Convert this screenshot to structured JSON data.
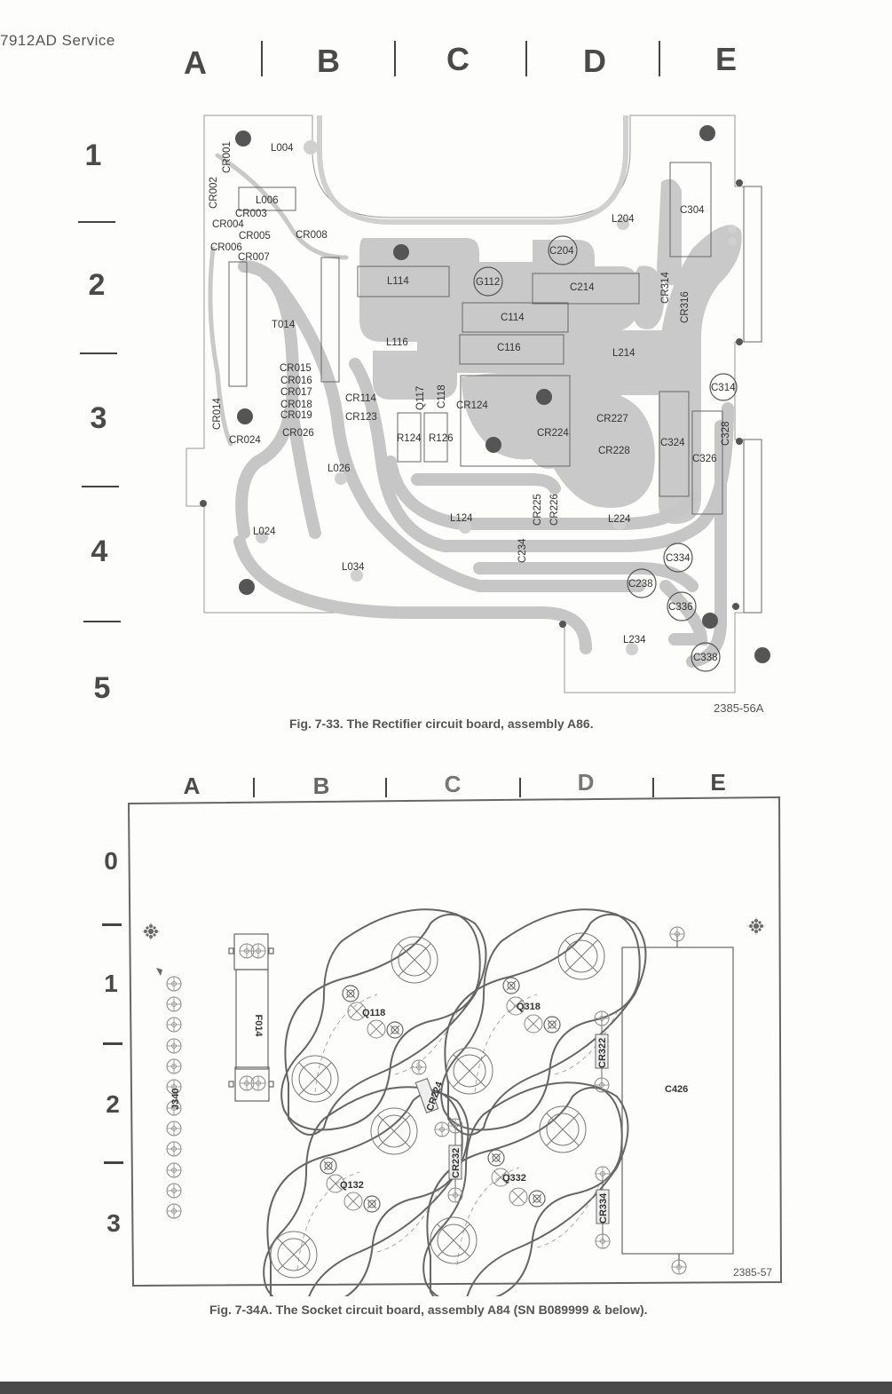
{
  "page_header": "7912AD Service",
  "figure1": {
    "columns": [
      "A",
      "B",
      "C",
      "D",
      "E"
    ],
    "rows": [
      "1",
      "2",
      "3",
      "4",
      "5"
    ],
    "caption": "Fig. 7-33. The Rectifier circuit board, assembly A86.",
    "figure_number": "2385-56A",
    "components": {
      "L004": "L004",
      "CR001": "CR001",
      "CR002": "CR002",
      "L006": "L006",
      "CR003": "CR003",
      "CR004": "CR004",
      "CR005": "CR005",
      "CR008": "CR008",
      "CR006": "CR006",
      "CR007": "CR007",
      "T014": "T014",
      "CR015": "CR015",
      "CR016": "CR016",
      "CR017": "CR017",
      "CR018": "CR018",
      "CR019": "CR019",
      "CR026": "CR026",
      "CR024": "CR024",
      "CR014": "CR014",
      "CR114": "CR114",
      "CR123": "CR123",
      "Q117": "Q117",
      "C118": "C118",
      "R124": "R124",
      "R126": "R126",
      "CR124": "CR124",
      "L026": "L026",
      "L024": "L024",
      "L034": "L034",
      "L114": "L114",
      "L116": "L116",
      "G112": "G112",
      "C114": "C114",
      "C116": "C116",
      "C204": "C204",
      "C214": "C214",
      "L204": "L204",
      "L214": "L214",
      "C304": "C304",
      "CR314": "CR314",
      "CR316": "CR316",
      "C314": "C314",
      "C328": "C328",
      "CR227": "CR227",
      "CR228": "CR228",
      "CR224": "CR224",
      "C324": "C324",
      "C326": "C326",
      "CR225": "CR225",
      "CR226": "CR226",
      "L124": "L124",
      "L224": "L224",
      "C234": "C234",
      "C334": "C334",
      "C238": "C238",
      "C336": "C336",
      "L234": "L234",
      "C338": "C338"
    }
  },
  "figure2": {
    "columns": [
      "A",
      "B",
      "C",
      "D",
      "E"
    ],
    "rows": [
      "0",
      "1",
      "2",
      "3"
    ],
    "caption": "Fig. 7-34A. The Socket circuit board, assembly A84 (SN B089999 & below).",
    "figure_number": "2385-57",
    "components": {
      "J340": "J340",
      "F014": "F014",
      "Q118": "Q118",
      "Q318": "Q318",
      "Q132": "Q132",
      "Q332": "Q332",
      "CR224": "CR224",
      "CR232": "CR232",
      "CR322": "CR322",
      "CR334": "CR334",
      "C426": "C426"
    }
  },
  "colors": {
    "trace": "#c8c8c8",
    "ink": "#333333",
    "dark_pad": "#555555"
  }
}
